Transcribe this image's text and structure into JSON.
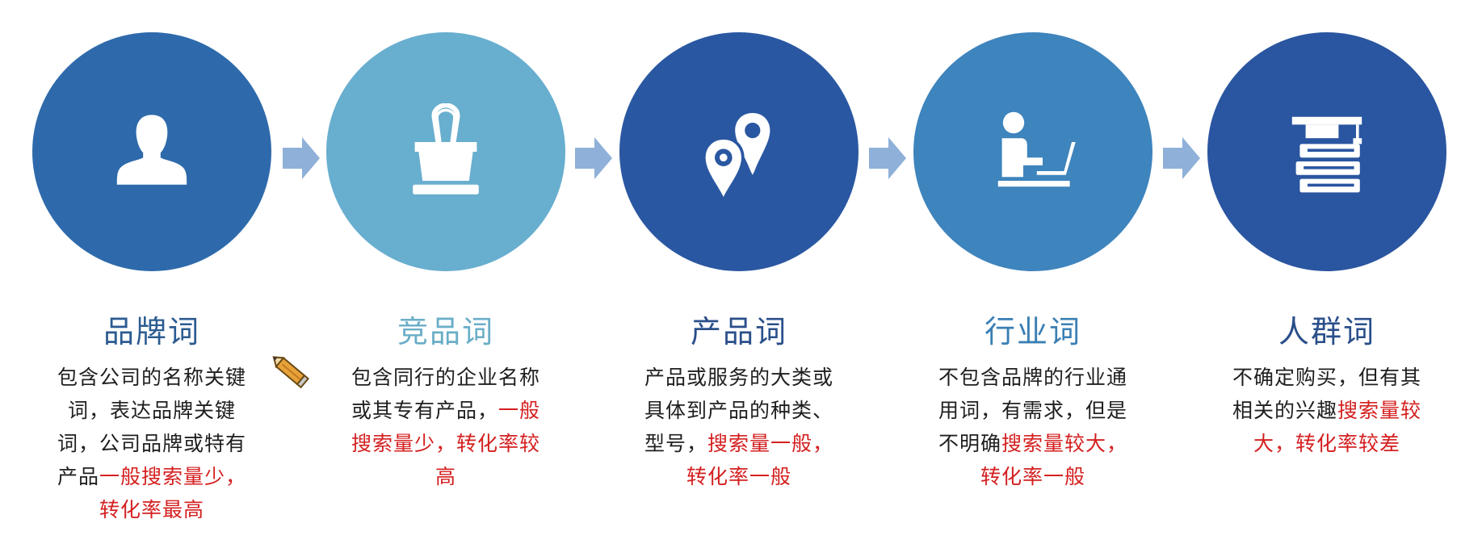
{
  "colors": {
    "circles": [
      "#2e6aab",
      "#68aecf",
      "#2a57a1",
      "#3e84bd",
      "#2a55a0"
    ],
    "titles": [
      "#2c5b91",
      "#6aaec7",
      "#2a4f8a",
      "#3a7fb4",
      "#2a4f8a"
    ],
    "arrow": "#8fb0d8",
    "highlight": "#d42020",
    "text": "#1f1f1f"
  },
  "steps": [
    {
      "icon": "person-icon",
      "title": "品牌词",
      "desc": "包含公司的名称关键词，表达品牌关键词，公司品牌或特有产品",
      "highlight": "一般搜索量少，转化率最高"
    },
    {
      "icon": "binder-clip-icon",
      "title": "竞品词",
      "desc": "包含同行的企业名称或其专有产品，",
      "highlight": "一般搜索量少，转化率较高"
    },
    {
      "icon": "location-pins-icon",
      "title": "产品词",
      "desc": "产品或服务的大类或具体到产品的种类、型号，",
      "highlight": "搜索量一般，转化率一般"
    },
    {
      "icon": "person-laptop-icon",
      "title": "行业词",
      "desc": "不包含品牌的行业通用词，有需求，但是不明确",
      "highlight": "搜索量较大，转化率一般"
    },
    {
      "icon": "graduation-books-icon",
      "title": "人群词",
      "desc": "不确定购买，但有其相关的兴趣",
      "highlight": "搜索量较大，转化率较差"
    }
  ],
  "decorations": {
    "pencil": "pencil-icon"
  }
}
